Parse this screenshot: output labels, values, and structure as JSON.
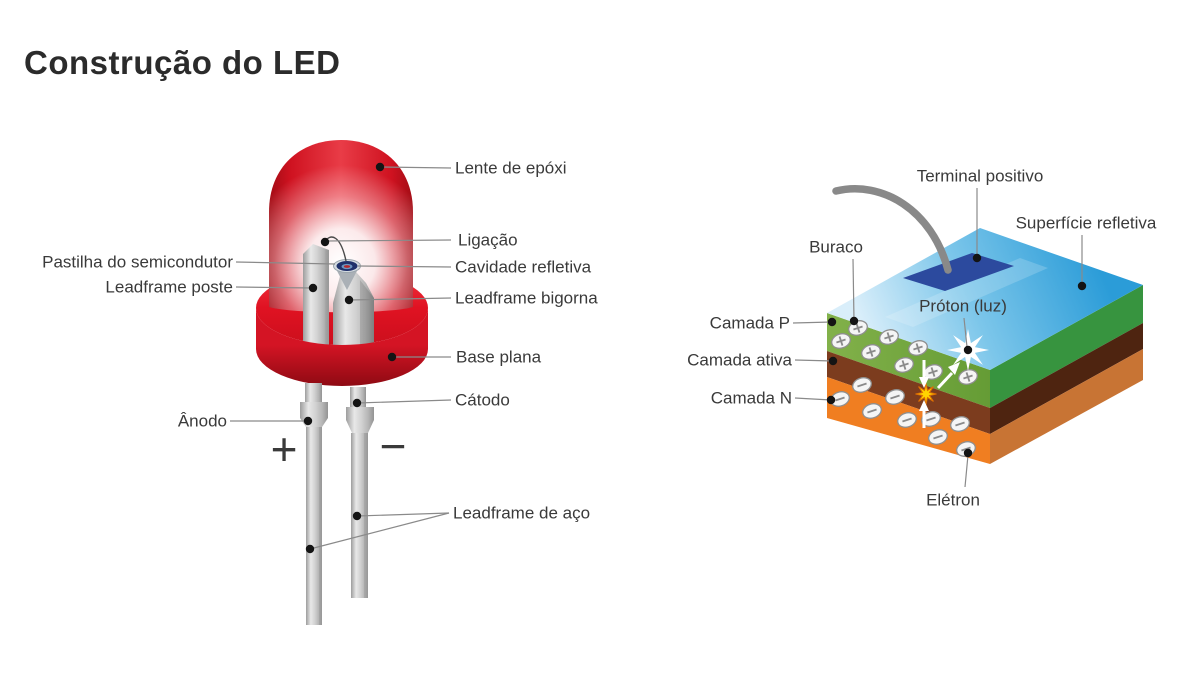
{
  "title": "Construção do LED",
  "led": {
    "labels": {
      "lente": "Lente de epóxi",
      "ligacao": "Ligação",
      "cavidade": "Cavidade refletiva",
      "bigorna": "Leadframe bigorna",
      "base": "Base plana",
      "catodo": "Cátodo",
      "aco": "Leadframe de aço",
      "pastilha": "Pastilha do semicondutor",
      "poste": "Leadframe poste",
      "anodo": "Ânodo"
    },
    "polarity": {
      "anode": "+",
      "cathode": "−"
    }
  },
  "chip": {
    "labels": {
      "terminal": "Terminal positivo",
      "superficie": "Superfície refletiva",
      "buraco": "Buraco",
      "proton": "Próton (luz)",
      "camada_p": "Camada P",
      "camada_ativa": "Camada ativa",
      "camada_n": "Camada N",
      "eletron": "Elétron"
    },
    "carriers": {
      "hole": "+",
      "electron": "−"
    }
  },
  "colors": {
    "title_text": "#2b2b2b",
    "label_text": "#3a3a3a",
    "line_gray": "#8a8a8a",
    "led_red": "#d81422",
    "led_dark_red": "#a30c15",
    "metal_gray": "#c9c9c9",
    "wire_gray": "#898989",
    "plus_red": "#e0181f",
    "minus_dark": "#3a3a42",
    "top_blue": "#2f9fd8",
    "terminal_blue": "#2c4a9e",
    "p_green": "#79ad43",
    "green_side": "#37943f",
    "active_brown": "#7c3c1e",
    "brown_side": "#4e2410",
    "n_orange": "#f07e21",
    "orange_side": "#c87434",
    "carrier_fill": "#f5f5f5",
    "carrier_stroke": "#8f8f8f",
    "spark_yellow": "#ffd400"
  }
}
